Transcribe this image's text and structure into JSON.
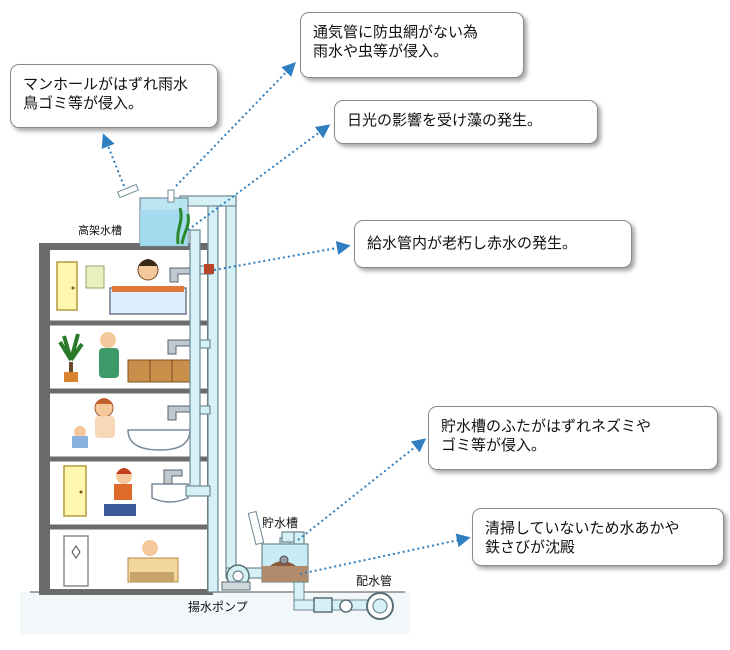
{
  "callouts": {
    "manhole": {
      "lines": [
        "マンホールがはずれ雨水",
        "鳥ゴミ等が侵入。"
      ]
    },
    "vent": {
      "lines": [
        "通気管に防虫網がない為",
        "雨水や虫等が侵入。"
      ]
    },
    "algae": {
      "lines": [
        "日光の影響を受け藻の発生。"
      ]
    },
    "rust_pipe": {
      "lines": [
        "給水管内が老朽し赤水の発生。"
      ]
    },
    "tank_lid": {
      "lines": [
        "貯水槽のふたがはずれネズミや",
        "ゴミ等が侵入。"
      ]
    },
    "uncleaned": {
      "lines": [
        "清掃していないため水あかや",
        "鉄さびが沈殿"
      ]
    }
  },
  "labels": {
    "elevated_tank": "高架水槽",
    "storage_tank": "貯水槽",
    "distribution_pipe": "配水管",
    "pump": "揚水ポンプ"
  },
  "colors": {
    "building_wall": "#6b6b6b",
    "pipe": "#d6f1f6",
    "water": "#b8e4f2",
    "arrow": "#2f7fc1"
  }
}
